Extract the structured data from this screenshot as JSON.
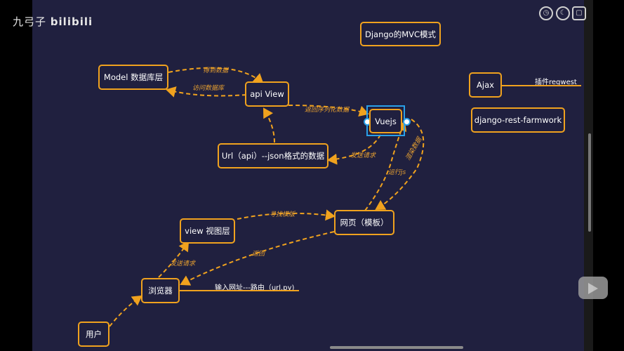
{
  "watermark": {
    "prefix": "九弓子",
    "brand": "bilibili"
  },
  "title": "Django的MVC模式",
  "nodes": {
    "model": "Model 数据库层",
    "api_view": "api View",
    "vuejs": "Vuejs",
    "url_api": "Url（api）--json格式的数据",
    "view": "view 视图层",
    "webpage": "网页（模板）",
    "browser": "浏览器",
    "user": "用户",
    "ajax": "Ajax",
    "drf": "django-rest-farmwork"
  },
  "edge_labels": {
    "get_data": "得到数据",
    "access_db": "访问数据库",
    "return_serialized": "返回序列化数据",
    "send_request_1": "发送请求",
    "render_data": "渲染数据",
    "run_js": "运行js",
    "find_template": "寻找模版",
    "return": "返回",
    "send_request_2": "发送请求"
  },
  "notes": {
    "ajax_plugin": "插件reqwest",
    "enter_url": "输入网址---路由（url.py)"
  },
  "colors": {
    "background": "#20203f",
    "accent": "#f0a21e",
    "selection": "#2aa0e8"
  },
  "icons": [
    "clock-icon",
    "moon-icon",
    "layout-icon",
    "play-tv-icon"
  ]
}
